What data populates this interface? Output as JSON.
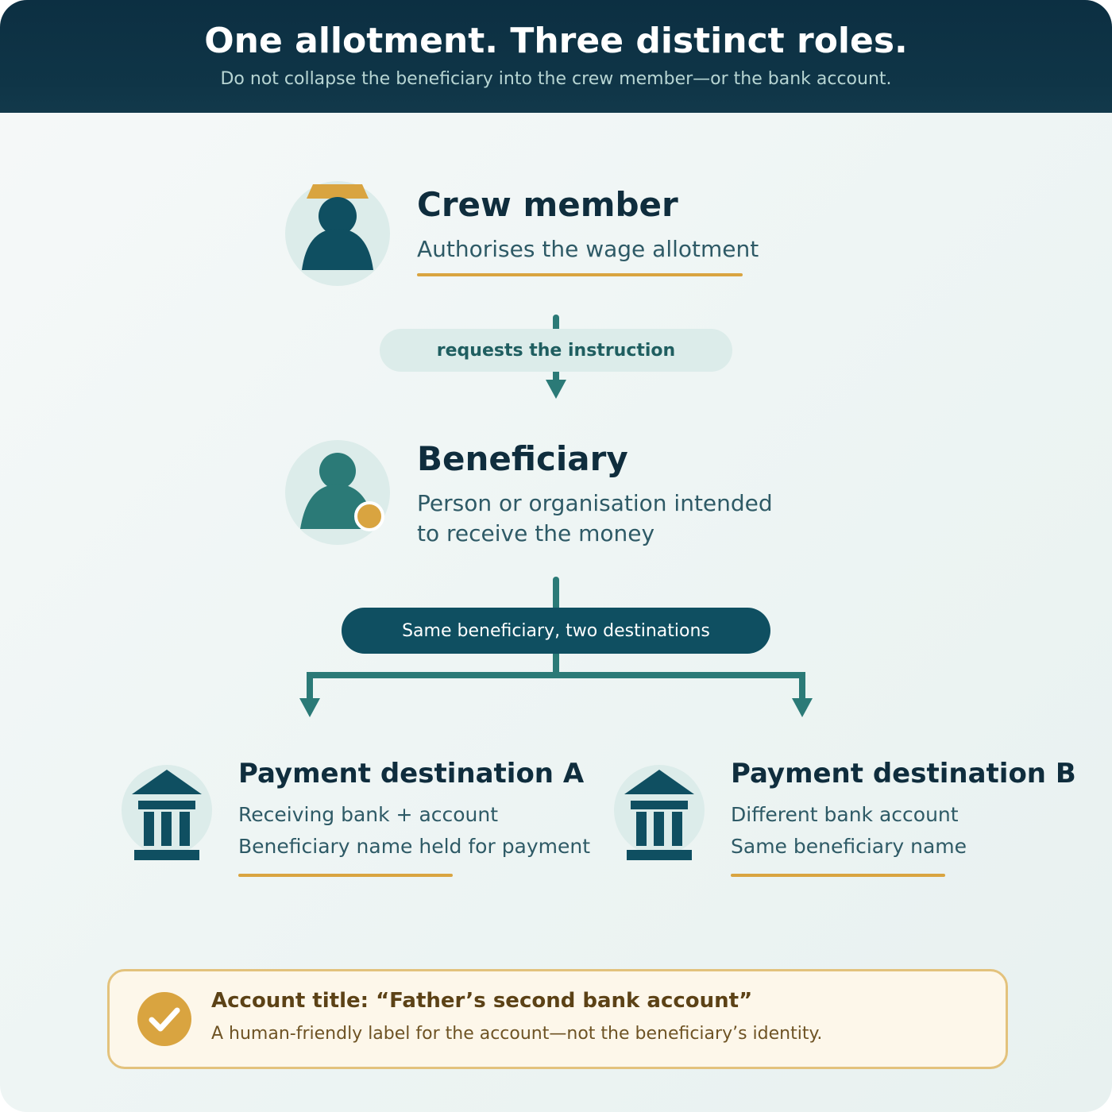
{
  "header": {
    "title": "One allotment. Three distinct roles.",
    "subtitle": "Do not collapse the beneficiary into the crew member—or the bank account."
  },
  "crew_member": {
    "title": "Crew member",
    "description": "Authorises the wage allotment",
    "icon": "crew-member-person-icon"
  },
  "connector_1": {
    "label": "requests the instruction"
  },
  "beneficiary": {
    "title": "Beneficiary",
    "description_line1": "Person or organisation intended",
    "description_line2": "to receive the money",
    "icon": "beneficiary-person-icon"
  },
  "connector_2": {
    "label": "Same beneficiary, two destinations"
  },
  "destination_a": {
    "title": "Payment destination A",
    "line1": "Receiving bank + account",
    "line2": "Beneficiary name held for payment",
    "icon": "bank-icon"
  },
  "destination_b": {
    "title": "Payment destination B",
    "line1": "Different bank account",
    "line2": "Same beneficiary name",
    "icon": "bank-icon"
  },
  "note": {
    "title": "Account title: “Father’s second bank account”",
    "description": "A human-friendly label for the account—not the beneficiary’s identity.",
    "icon": "checkmark-icon"
  },
  "colors": {
    "navy": "#0c2f42",
    "teal_dark": "#0f4f61",
    "teal": "#2b7a77",
    "gold": "#d9a440",
    "light_teal": "#dcecea"
  }
}
